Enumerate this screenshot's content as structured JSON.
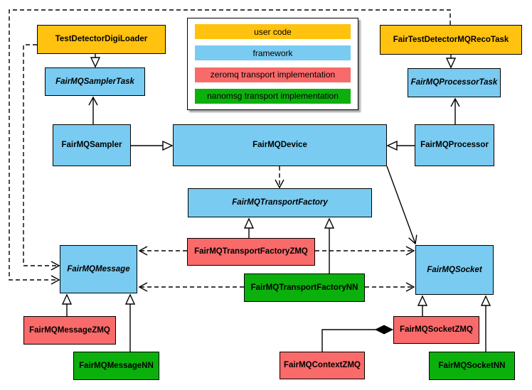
{
  "diagram": {
    "name": "FairMQ class diagram",
    "colors": {
      "user_code": "#FFC20E",
      "framework": "#79CBF1",
      "zeromq_transport": "#F96A6A",
      "nanomsg_transport": "#0CB00C",
      "border": "#000000",
      "background": "#FFFFFF"
    }
  },
  "legend": {
    "items": [
      {
        "label": "user code",
        "color": "#FFC20E"
      },
      {
        "label": "framework",
        "color": "#79CBF1"
      },
      {
        "label": "zeromq transport implementation",
        "color": "#F96A6A"
      },
      {
        "label": "nanomsg transport implementation",
        "color": "#0CB00C"
      }
    ]
  },
  "nodes": {
    "testDetectorDigiLoader": {
      "label": "TestDetectorDigiLoader",
      "category": "user code",
      "abstract": false
    },
    "fairTestDetectorMQRecoTask": {
      "label": "FairTestDetectorMQRecoTask",
      "category": "user code",
      "abstract": false
    },
    "fairMQSamplerTask": {
      "label": "FairMQSamplerTask",
      "category": "framework",
      "abstract": true
    },
    "fairMQProcessorTask": {
      "label": "FairMQProcessorTask",
      "category": "framework",
      "abstract": true
    },
    "fairMQSampler": {
      "label": "FairMQSampler",
      "category": "framework",
      "abstract": false
    },
    "fairMQDevice": {
      "label": "FairMQDevice",
      "category": "framework",
      "abstract": false
    },
    "fairMQProcessor": {
      "label": "FairMQProcessor",
      "category": "framework",
      "abstract": false
    },
    "fairMQTransportFactory": {
      "label": "FairMQTransportFactory",
      "category": "framework",
      "abstract": true
    },
    "fairMQTransportFactoryZMQ": {
      "label": "FairMQTransportFactoryZMQ",
      "category": "zeromq transport implementation",
      "abstract": false
    },
    "fairMQTransportFactoryNN": {
      "label": "FairMQTransportFactoryNN",
      "category": "nanomsg transport implementation",
      "abstract": false
    },
    "fairMQMessage": {
      "label": "FairMQMessage",
      "category": "framework",
      "abstract": true
    },
    "fairMQSocket": {
      "label": "FairMQSocket",
      "category": "framework",
      "abstract": true
    },
    "fairMQMessageZMQ": {
      "label": "FairMQMessageZMQ",
      "category": "zeromq transport implementation",
      "abstract": false
    },
    "fairMQMessageNN": {
      "label": "FairMQMessageNN",
      "category": "nanomsg transport implementation",
      "abstract": false
    },
    "fairMQSocketZMQ": {
      "label": "FairMQSocketZMQ",
      "category": "zeromq transport implementation",
      "abstract": false
    },
    "fairMQSocketNN": {
      "label": "FairMQSocketNN",
      "category": "nanomsg transport implementation",
      "abstract": false
    },
    "fairMQContextZMQ": {
      "label": "FairMQContextZMQ",
      "category": "zeromq transport implementation",
      "abstract": false
    }
  },
  "relationships": [
    {
      "from": "TestDetectorDigiLoader",
      "to": "FairMQSamplerTask",
      "kind": "generalization"
    },
    {
      "from": "FairTestDetectorMQRecoTask",
      "to": "FairMQProcessorTask",
      "kind": "generalization"
    },
    {
      "from": "FairMQSampler",
      "to": "FairMQDevice",
      "kind": "generalization"
    },
    {
      "from": "FairMQProcessor",
      "to": "FairMQDevice",
      "kind": "generalization"
    },
    {
      "from": "FairMQSampler",
      "to": "FairMQSamplerTask",
      "kind": "association"
    },
    {
      "from": "FairMQProcessor",
      "to": "FairMQProcessorTask",
      "kind": "association"
    },
    {
      "from": "FairMQDevice",
      "to": "FairMQTransportFactory",
      "kind": "dependency"
    },
    {
      "from": "FairMQDevice",
      "to": "FairMQSocket",
      "kind": "association"
    },
    {
      "from": "FairMQTransportFactoryZMQ",
      "to": "FairMQTransportFactory",
      "kind": "generalization"
    },
    {
      "from": "FairMQTransportFactoryNN",
      "to": "FairMQTransportFactory",
      "kind": "generalization"
    },
    {
      "from": "FairMQTransportFactoryZMQ",
      "to": "FairMQMessage",
      "kind": "dependency"
    },
    {
      "from": "FairMQTransportFactoryZMQ",
      "to": "FairMQSocket",
      "kind": "dependency"
    },
    {
      "from": "FairMQTransportFactoryNN",
      "to": "FairMQMessage",
      "kind": "dependency"
    },
    {
      "from": "FairMQTransportFactoryNN",
      "to": "FairMQSocket",
      "kind": "dependency"
    },
    {
      "from": "FairMQMessageZMQ",
      "to": "FairMQMessage",
      "kind": "generalization"
    },
    {
      "from": "FairMQMessageNN",
      "to": "FairMQMessage",
      "kind": "generalization"
    },
    {
      "from": "FairMQSocketZMQ",
      "to": "FairMQSocket",
      "kind": "generalization"
    },
    {
      "from": "FairMQSocketNN",
      "to": "FairMQSocket",
      "kind": "generalization"
    },
    {
      "from": "FairMQContextZMQ",
      "to": "FairMQSocketZMQ",
      "kind": "composition"
    },
    {
      "from": "TestDetectorDigiLoader",
      "to": "FairMQMessage",
      "kind": "dependency"
    },
    {
      "from": "FairTestDetectorMQRecoTask",
      "to": "FairMQMessage",
      "kind": "dependency"
    }
  ]
}
